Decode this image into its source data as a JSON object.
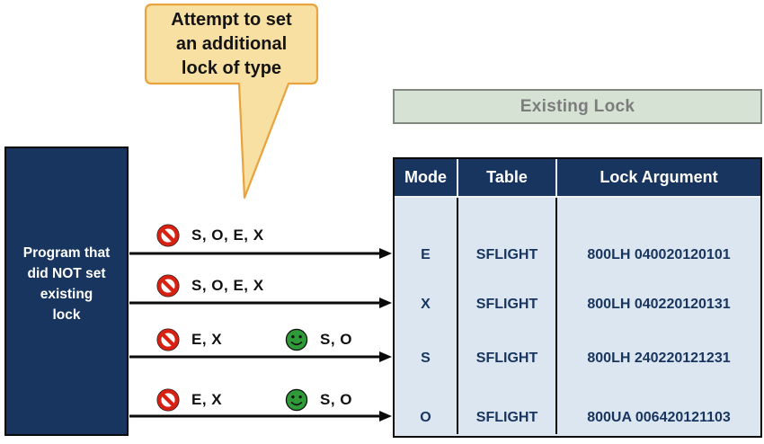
{
  "callout": {
    "lines": [
      "Attempt to set",
      "an additional",
      "lock of type"
    ]
  },
  "program_box": {
    "lines": [
      "Program that",
      "did NOT set",
      "existing",
      "lock"
    ]
  },
  "existing_lock": {
    "title": "Existing Lock"
  },
  "lock_table": {
    "columns": [
      "Mode",
      "Table",
      "Lock Argument"
    ],
    "rows": [
      {
        "mode": "E",
        "table": "SFLIGHT",
        "lock_argument": "800LH 040020120101"
      },
      {
        "mode": "X",
        "table": "SFLIGHT",
        "lock_argument": "800LH 040220120131"
      },
      {
        "mode": "S",
        "table": "SFLIGHT",
        "lock_argument": "800LH 240220121231"
      },
      {
        "mode": "O",
        "table": "SFLIGHT",
        "lock_argument": "800UA 006420121103"
      }
    ]
  },
  "attempts": [
    {
      "denied": "S, O, E, X",
      "allowed": ""
    },
    {
      "denied": "S, O, E, X",
      "allowed": ""
    },
    {
      "denied": "E, X",
      "allowed": "S, O"
    },
    {
      "denied": "E, X",
      "allowed": "S, O"
    }
  ],
  "icons": {
    "denied": "prohibition-icon",
    "allowed": "smiley-icon"
  },
  "colors": {
    "navy": "#17355E",
    "table_body_blue": "#DCE6F1",
    "bubble_fill": "#F8DFA2",
    "bubble_border": "#E8A33C",
    "bar_fill": "#D6E3D4",
    "bar_border": "#7F897F",
    "bar_text": "#7C7C7C",
    "denied_red": "#D72112",
    "allowed_green": "#2E9B38",
    "arrow_black": "#0a0a0a"
  }
}
